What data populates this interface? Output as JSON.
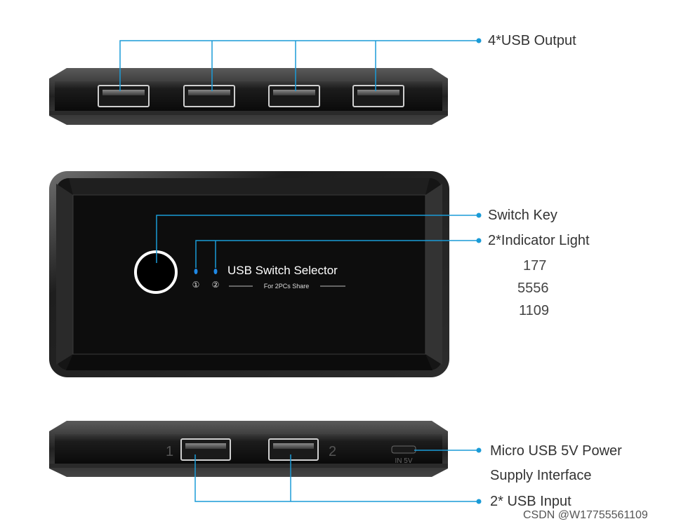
{
  "labels": {
    "usb_output": "4*USB Output",
    "switch_key": "Switch Key",
    "indicator_light": "2*Indicator Light",
    "numbers": [
      "177",
      "5556",
      "1109"
    ],
    "micro_usb_line1": "Micro USB 5V Power",
    "micro_usb_line2": "Supply Interface",
    "usb_input": "2* USB Input"
  },
  "device": {
    "title": "USB Switch Selector",
    "subtitle": "For 2PCs Share",
    "led_marks": [
      "①",
      "②"
    ],
    "port_numbers": [
      "1",
      "2"
    ],
    "power_port_text": "IN 5V"
  },
  "watermark": "CSDN @W17755561109",
  "colors": {
    "callout_line": "#1a9bd7",
    "device_body": "#111111",
    "led": "#1e88e5"
  }
}
